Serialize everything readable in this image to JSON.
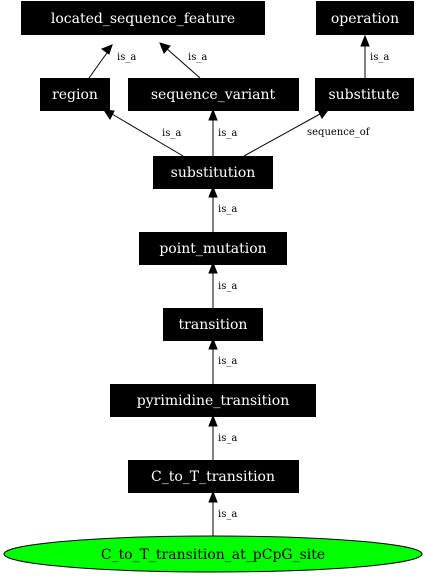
{
  "nodes": {
    "located_sequence_feature": "located_sequence_feature",
    "operation": "operation",
    "region": "region",
    "sequence_variant": "sequence_variant",
    "substitute": "substitute",
    "substitution": "substitution",
    "point_mutation": "point_mutation",
    "transition": "transition",
    "pyrimidine_transition": "pyrimidine_transition",
    "C_to_T_transition": "C_to_T_transition",
    "C_to_T_transition_at_pCpG_site": "C_to_T_transition_at_pCpG_site"
  },
  "edges": {
    "region_to_lsf": "is_a",
    "variant_to_lsf": "is_a",
    "substitute_to_operation": "is_a",
    "substitution_to_region": "is_a",
    "substitution_to_variant": "is_a",
    "substitution_to_substitute": "sequence_of",
    "point_mutation_to_substitution": "is_a",
    "transition_to_point_mutation": "is_a",
    "pyrimidine_to_transition": "is_a",
    "ctot_to_pyrimidine": "is_a",
    "pcpg_to_ctot": "is_a"
  },
  "colors": {
    "node_fill": "#000000",
    "node_text": "#ffffff",
    "leaf_fill": "#00ff00",
    "line": "#000000"
  }
}
